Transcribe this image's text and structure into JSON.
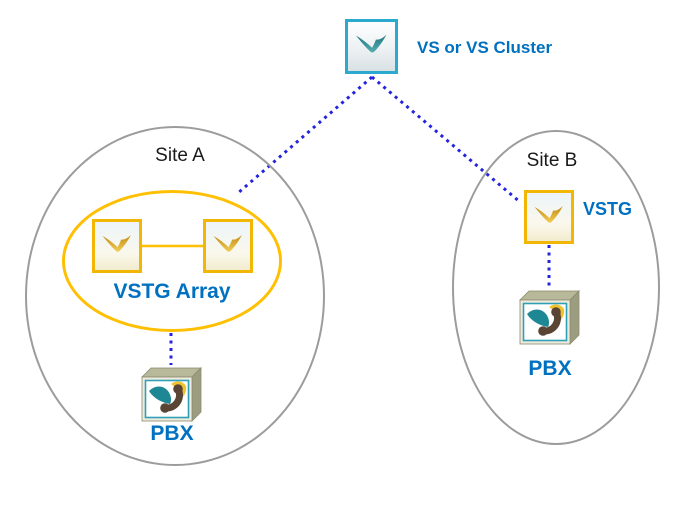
{
  "diagram": {
    "vs_node": {
      "label": "VS or VS Cluster",
      "icon": "v-logo-teal-icon"
    },
    "site_a": {
      "label": "Site A",
      "vstg_array": {
        "label": "VSTG Array",
        "icon": "v-logo-gold-icon"
      },
      "pbx": {
        "label": "PBX",
        "icon": "pbx-phone-box-icon"
      }
    },
    "site_b": {
      "label": "Site B",
      "vstg": {
        "label": "VSTG",
        "icon": "v-logo-gold-icon"
      },
      "pbx": {
        "label": "PBX",
        "icon": "pbx-phone-box-icon"
      }
    },
    "connections": [
      {
        "from": "vs-cluster",
        "to": "site-a-vstg-array",
        "style": "dotted"
      },
      {
        "from": "vs-cluster",
        "to": "site-b-vstg",
        "style": "dotted"
      },
      {
        "from": "site-a-vstg-array",
        "to": "site-a-pbx",
        "style": "dotted"
      },
      {
        "from": "site-b-vstg",
        "to": "site-b-pbx",
        "style": "dotted"
      },
      {
        "from": "site-a-vstg-1",
        "to": "site-a-vstg-2",
        "style": "solid"
      }
    ]
  },
  "colors": {
    "label_blue": "#0070C0",
    "site_text": "#1A1A1A",
    "dotted_blue": "#2424DE",
    "site_gray": "#9C9C9C",
    "array_gold": "#FFC004",
    "vs_border": "#2BA9CF",
    "vstg_border": "#F2B705",
    "pbx_face_border": "#2FA0B5",
    "canvas_bg": "#FFFFFF"
  }
}
